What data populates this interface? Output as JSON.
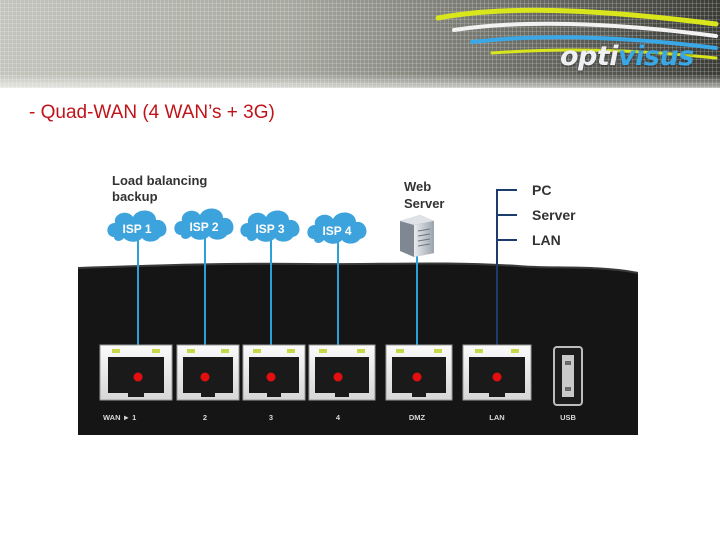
{
  "logo": {
    "part1": "opti",
    "part2": "visus"
  },
  "bullet": "- Quad-WAN (4 WAN’s + 3G)",
  "diagram": {
    "caption": [
      "Load balancing",
      "backup"
    ],
    "isps": [
      "ISP 1",
      "ISP 2",
      "ISP 3",
      "ISP 4"
    ],
    "web_server": [
      "Web",
      "Server"
    ],
    "lan_devices": [
      "PC",
      "Server",
      "LAN"
    ],
    "port_labels": {
      "wan": "WAN ► 1",
      "p2": "2",
      "p3": "3",
      "p4": "4",
      "dmz": "DMZ",
      "lan": "LAN",
      "usb": "USB"
    }
  },
  "colors": {
    "bullet": "#c0141b",
    "cloud": "#3da3dc",
    "router_body": "#151515",
    "link_line": "#2aa2d8",
    "lan_line": "#1d3c6e",
    "port_dot": "#e10f0f"
  }
}
